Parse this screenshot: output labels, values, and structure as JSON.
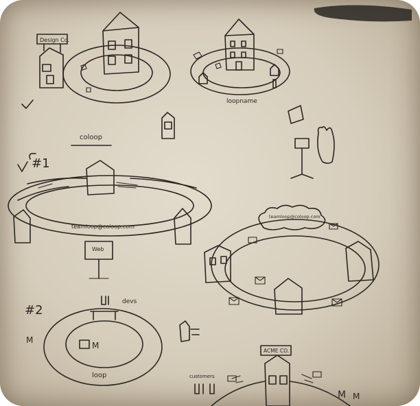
{
  "labels": {
    "design_co": "Design Co.",
    "loopname": "loopname",
    "coloop": "coloop",
    "num1": "#1",
    "teamloop_email": "teamloop@coloop.com",
    "web": "Web",
    "cloud_domain": "teamloop@coloop.com",
    "num2": "#2",
    "devs": "devs",
    "loop": "loop",
    "acme_co": "ACME CO.",
    "customers": "customers",
    "mark_m": "M"
  },
  "colors": {
    "ink": "#2a2622",
    "paper": "#dcd4c3"
  }
}
